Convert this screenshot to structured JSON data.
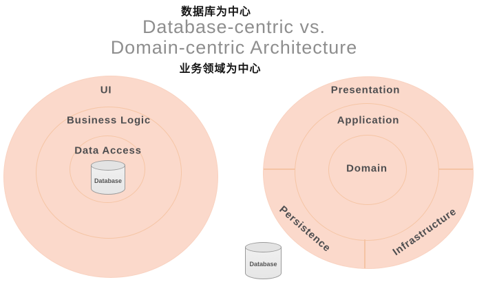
{
  "header": {
    "subtitle_top_zh": "数据库为中心",
    "title_line_1": "Database-centric vs.",
    "title_line_2": "Domain-centric Architecture",
    "subtitle_bottom_zh": "业务领域为中心"
  },
  "left_diagram": {
    "type": "concentric-circles",
    "meaning": "database-centric architecture",
    "rings": [
      {
        "label": "UI"
      },
      {
        "label": "Business Logic"
      },
      {
        "label": "Data Access"
      }
    ],
    "database": {
      "label": "Database",
      "icon": "database-cylinder-icon",
      "position": "center of circles"
    }
  },
  "right_diagram": {
    "type": "concentric-circles-with-sectors",
    "meaning": "domain-centric architecture",
    "rings": [
      {
        "label": "Presentation"
      },
      {
        "label": "Application"
      },
      {
        "label": "Domain"
      }
    ],
    "sectors": [
      {
        "label": "Persistence",
        "rotation_deg": 41
      },
      {
        "label": "Infrastructure",
        "rotation_deg": -35
      }
    ],
    "database": {
      "label": "Database",
      "icon": "database-cylinder-icon",
      "position": "outside bottom-left of circles"
    }
  },
  "colors": {
    "circle_fill": "#fbd9cb",
    "ring_stroke": "#f5c5a5",
    "divider": "#f5c3a4",
    "title_text": "#8e8e8e",
    "subtitle_text": "#141414",
    "label_text": "#4e4e50",
    "cylinder_fill": "#ececec",
    "cylinder_border": "#999999",
    "background": "#ffffff"
  }
}
